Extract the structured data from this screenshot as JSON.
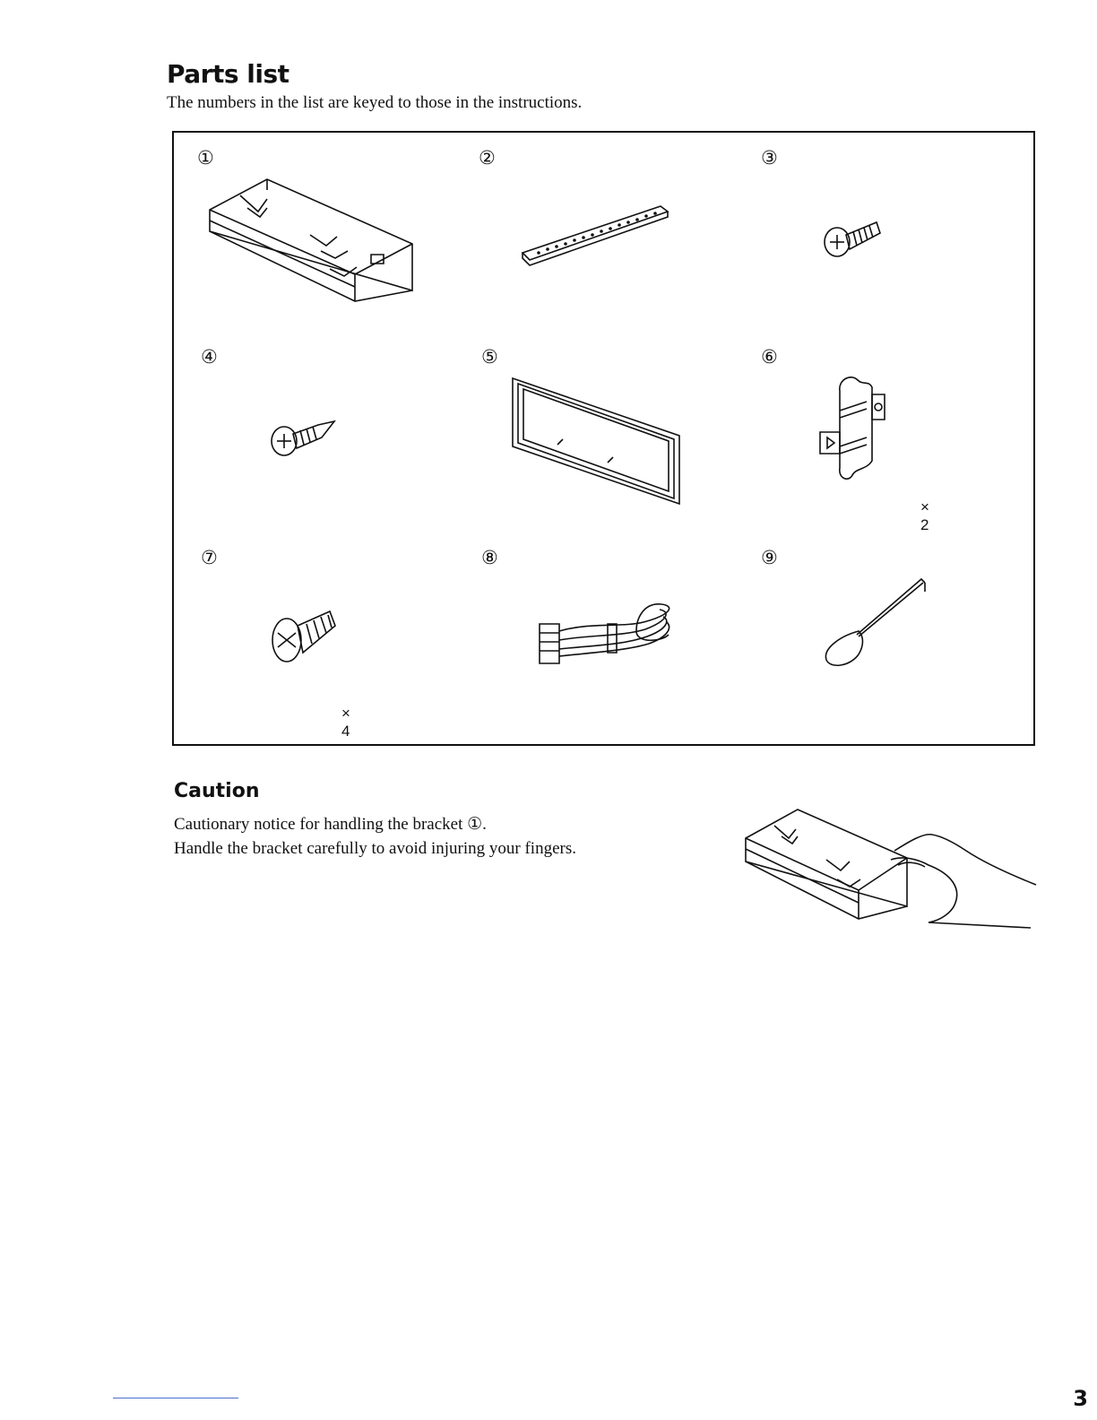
{
  "header": {
    "title": "Parts list",
    "subtitle": "The numbers in the list are keyed to those in the instructions."
  },
  "parts": [
    {
      "number": "①",
      "icon": "mounting-bracket-icon",
      "quantity": ""
    },
    {
      "number": "②",
      "icon": "strip-icon",
      "quantity": ""
    },
    {
      "number": "③",
      "icon": "screw-icon",
      "quantity": ""
    },
    {
      "number": "④",
      "icon": "tapping-screw-icon",
      "quantity": ""
    },
    {
      "number": "⑤",
      "icon": "frame-icon",
      "quantity": ""
    },
    {
      "number": "⑥",
      "icon": "release-key-icon",
      "quantity": "× 2"
    },
    {
      "number": "⑦",
      "icon": "flat-head-screw-icon",
      "quantity": "× 4"
    },
    {
      "number": "⑧",
      "icon": "wire-harness-icon",
      "quantity": ""
    },
    {
      "number": "⑨",
      "icon": "cable-tie-icon",
      "quantity": ""
    }
  ],
  "caution": {
    "title": "Caution",
    "line1": "Cautionary notice for handling the bracket ①.",
    "line2": "Handle the bracket carefully to avoid injuring your fingers."
  },
  "page": {
    "number": "3"
  }
}
